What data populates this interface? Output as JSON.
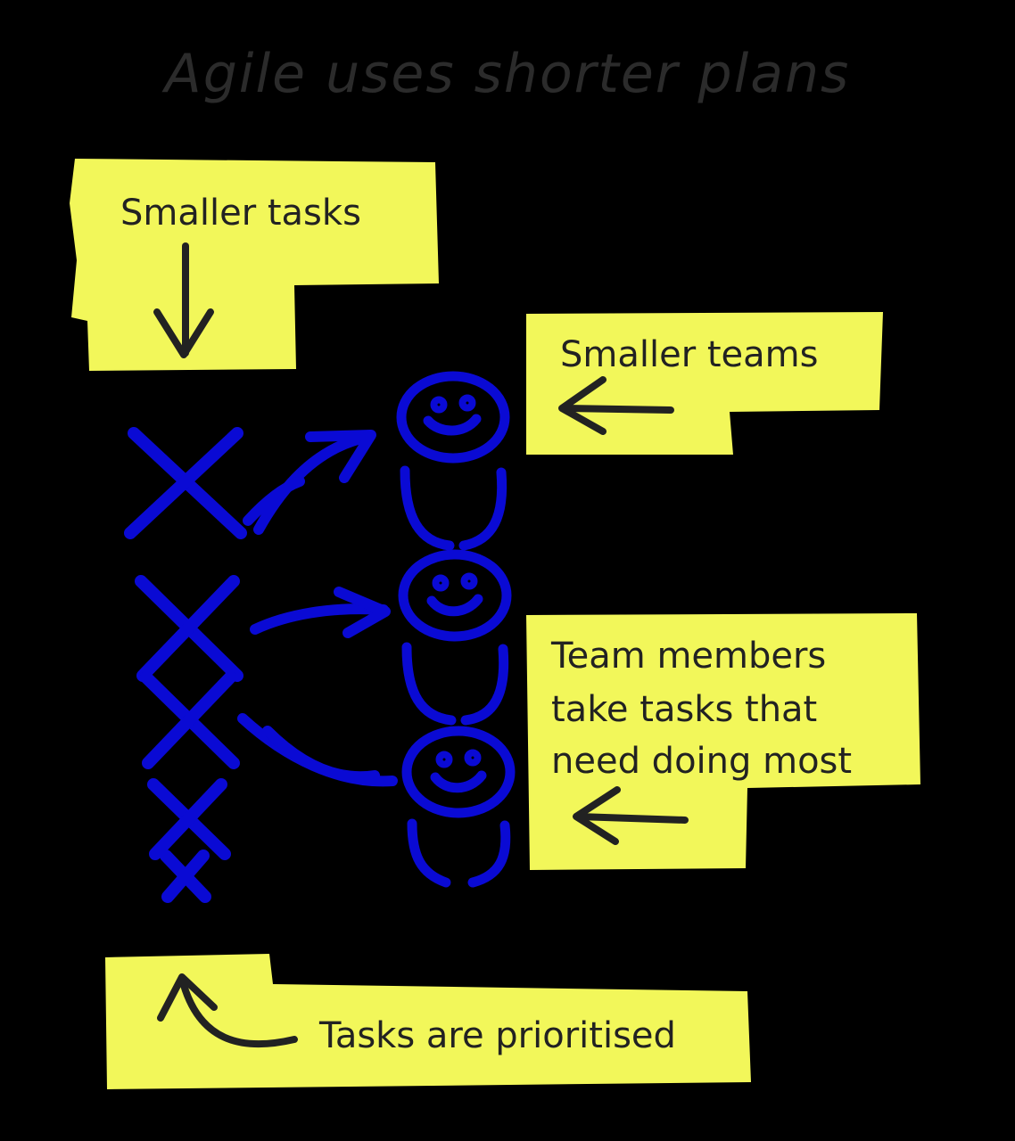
{
  "title": "Agile uses shorter plans",
  "colors": {
    "background": "#000000",
    "sticky_note": "#f2f75a",
    "ink_dark": "#222222",
    "ink_blue": "#0a0ad4"
  },
  "notes": {
    "smaller_tasks": "Smaller tasks",
    "smaller_teams": "Smaller teams",
    "team_members": [
      "Team members",
      "take tasks that",
      "need doing most"
    ],
    "prioritised": "Tasks are prioritised"
  },
  "icons": {
    "tasks": "cross-mark-icon",
    "team": "person-icon",
    "arrow": "arrow-icon"
  }
}
